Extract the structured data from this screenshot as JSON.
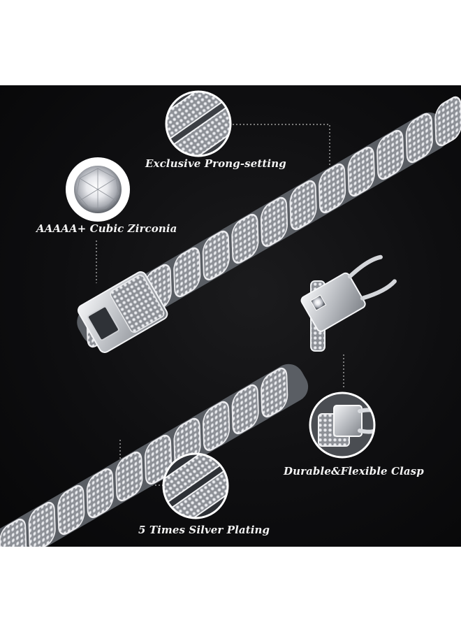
{
  "callouts": {
    "prong": "Exclusive Prong-setting",
    "cubic": "AAAAA+ Cubic Zirconia",
    "clasp": "Durable&Flexible Clasp",
    "plating": "5 Times Silver Plating"
  },
  "colors": {
    "background": "#0e0e10",
    "metal": "#d8dadd",
    "label": "#f3f3f3",
    "leader_line": "#bdbdbd"
  }
}
